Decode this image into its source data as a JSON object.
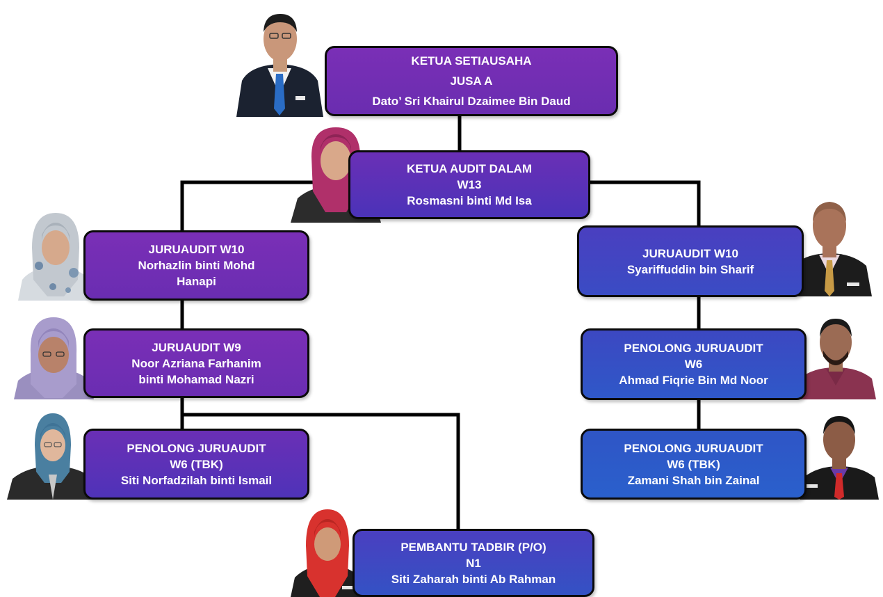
{
  "colors": {
    "box_purple_top": "#7a2fb6",
    "box_purple_bottom": "#5b2aa6",
    "box_blue_top": "#4a3fc0",
    "box_blue_bottom": "#2a5ac8",
    "line": "#000000",
    "text": "#ffffff"
  },
  "nodes": {
    "ketua_setiausaha": {
      "title": "KETUA SETIAUSAHA",
      "grade": "JUSA A",
      "name": "Dato’ Sri Khairul Dzaimee Bin Daud"
    },
    "ketua_audit_dalam": {
      "title": "KETUA AUDIT DALAM",
      "grade": "W13",
      "name": "Rosmasni binti Md Isa"
    },
    "juruaudit_w10_left": {
      "title": "JURUAUDIT  W10",
      "name_line1": "Norhazlin binti Mohd",
      "name_line2": "Hanapi"
    },
    "juruaudit_w9": {
      "title": "JURUAUDIT  W9",
      "name_line1": "Noor Azriana Farhanim",
      "name_line2": "binti Mohamad Nazri"
    },
    "penolong_left": {
      "title": "PENOLONG JURUAUDIT",
      "grade": "W6 (TBK)",
      "name": "Siti Norfadzilah binti Ismail"
    },
    "pembantu_tadbir": {
      "title": "PEMBANTU TADBIR (P/O)",
      "grade": "N1",
      "name": "Siti Zaharah binti Ab Rahman"
    },
    "juruaudit_w10_right": {
      "title": "JURUAUDIT  W10",
      "name": "Syariffuddin bin Sharif"
    },
    "penolong_w6_right": {
      "title": "PENOLONG JURUAUDIT",
      "grade": "W6",
      "name": "Ahmad Fiqrie Bin Md Noor"
    },
    "penolong_tbk_right": {
      "title": "PENOLONG JURUAUDIT",
      "grade": "W6 (TBK)",
      "name": "Zamani Shah bin Zainal"
    }
  }
}
